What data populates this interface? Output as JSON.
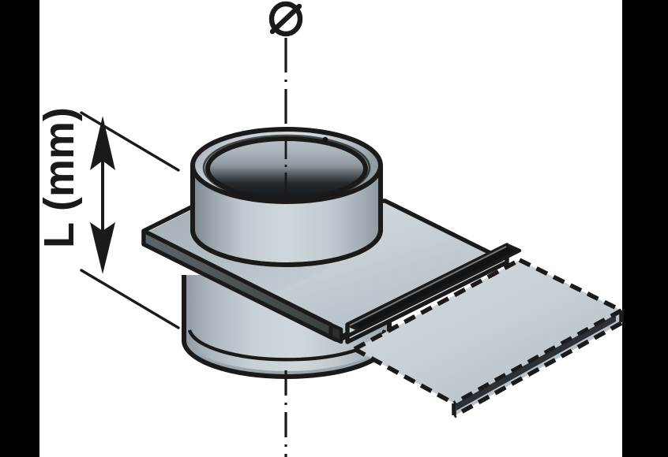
{
  "diagram": {
    "title": "Flanged duct spigot with connecting tray — technical isometric drawing",
    "type": "engineering-isometric-line-drawing",
    "background_color": "#ffffff",
    "masked_bars_color": "#000000",
    "labels": {
      "diameter_symbol": "Ø",
      "length_label": "L (mm)"
    },
    "annotations": {
      "centerline_style": "dash-dot",
      "hidden_edge_style": "dashed",
      "dimension_arrow": "double-headed-vertical"
    },
    "colors": {
      "outline": "#1a1a1a",
      "metal_light": "#d4dce0",
      "metal_mid": "#b9c4ca",
      "metal_dark": "#8e9aa1",
      "metal_darker": "#6e7a81",
      "bore_dark": "#2b2b2b",
      "bore_black": "#111111",
      "edge_black": "#151515"
    },
    "parts": [
      {
        "name": "upper-spigot-cylinder",
        "description": "Round tube rising above the flange plate, open at the top"
      },
      {
        "name": "cylinder-bore",
        "description": "Dark interior of the open tube"
      },
      {
        "name": "lower-spigot-cylinder",
        "description": "Round tube continuing below the flange plate"
      },
      {
        "name": "flange-plate",
        "description": "Flat rectangular plate the cylinder passes through"
      },
      {
        "name": "raised-lip",
        "description": "Upstanding folded lip along the plate edge"
      },
      {
        "name": "extension-tray",
        "description": "Channel section shown with dashed hidden lines"
      },
      {
        "name": "vertical-centerline",
        "description": "Dash-dot axis through the cylinder"
      },
      {
        "name": "length-dimension",
        "description": "Double arrow marking the L dimension between leader lines"
      }
    ]
  }
}
